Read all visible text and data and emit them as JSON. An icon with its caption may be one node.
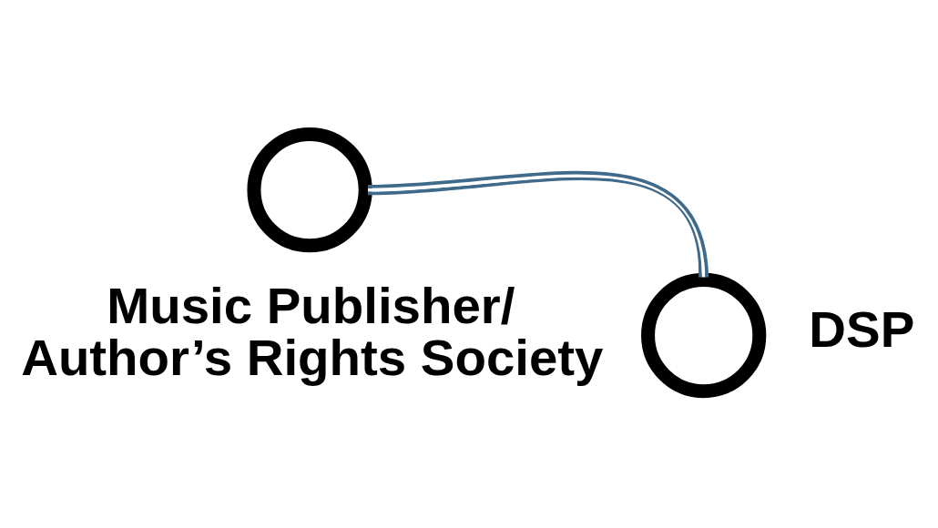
{
  "diagram": {
    "nodes": [
      {
        "text": [],
        "shape": "circle",
        "beside": [
          "Music Publisher/ Author’s Rights Society"
        ]
      },
      {
        "text": [],
        "shape": "circle",
        "beside": [
          "DSP"
        ]
      }
    ],
    "edges": [
      {
        "from": 0,
        "to": 1,
        "arrow": "none",
        "color": "#3f6a8a"
      }
    ]
  }
}
